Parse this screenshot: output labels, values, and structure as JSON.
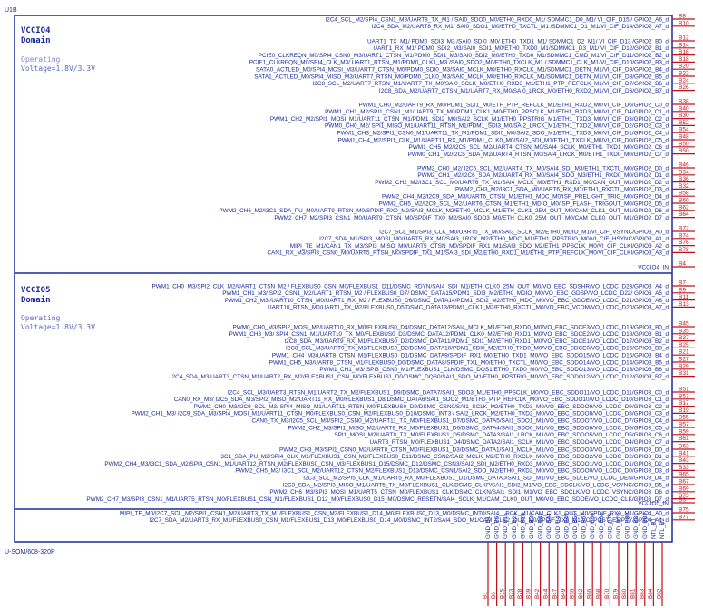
{
  "designator": "U1B",
  "part": "U-SOM/608-320P",
  "domains": [
    {
      "title": "VCCIO4",
      "sub": "Domain",
      "op1": "Operating",
      "op2": "Voltage=1.8V/3.3V",
      "footer": "VCCIO4_IN"
    },
    {
      "title": "VCCIO5",
      "sub": "Domain",
      "op1": "Operating",
      "op2": "Voltage=1.8V/3.3V",
      "footer": "VCCIO5_IN"
    }
  ],
  "groups": [
    {
      "block": 0,
      "start": 21,
      "pins": [
        [
          "B8",
          "I2C4_SCL_M2/SPI4_CSN1_M3/UART8_TX_M1 / SAI0_SDO0_M0/ETH0_RXD0_M1/ SDMMC1_D0_M1/ VI_CIF_D15 / GPIO2_A6_d"
        ],
        [
          "B10",
          "I2C4_SDA_M2/UART8_RX_M1/ SAI0_SDO1_M0/ETH0_TXCTL_M1 /SDMMC1_D1_M1/VI_CIF_D14/GPIO2_A7_d"
        ]
      ]
    },
    {
      "block": 0,
      "start": 45,
      "pins": [
        [
          "B12",
          "UART1_TX_M1/ PDM0_SDI3_M3 /SAI0_SDI0_M0/ ETH0_TXD1_M1/ SDMMC1_D2_M1/ VI_CIF_D13 /GPIO2_B0_d"
        ],
        [
          "B14",
          "UART1_RX_M1/ PDM0_SDI2_M3/SAI0_SDI1_M0/ETH0_TXD0_M1/SDMMC1_D3_M1/ VI_CIF_D12/GPIO2_B1_d"
        ],
        [
          "B16",
          "PCIE0_CLKREQN_M0/SPI4_CSN0_M3/UART1_CTSN_M1/PDM0_SDI1_M3/SAI0_SDI2_M0/ETH0_TXD0_M1/SDMMC1_CMD_M1/VI_CIF_D11/GPIO2_B2_d"
        ],
        [
          "B18",
          "PCIE1_CLKREQN_M0/SPI4_CLK_M3/ UART1_RTSN_M1/PDM0_CLK1_M3 /SAI0_SDO2_M0/ETH0_TXCLK_M1 / SDMMC1_CLK_M1/VI_CIF_D10/GPIO2_B3_d"
        ],
        [
          "B20",
          "SATA0_ACTLED_M0/SPI4_MOSI_M3/UART7_CTSN_M0/PDM0_SDI0_M3/SAI0_MCLK_M0/ETH0_RXCLK_M1/SDMMC1_DETN_M1/VI_CIF_D9/GPIO2_B4_d"
        ],
        [
          "B22",
          "SATA1_ACTLED_M0/SPI4_MISO_M3/UART7_RTSN_M0/PDM0_CLK0_M3/SAI0_MCLK_M0/ETH0_RXCLK_M1/SDMMC1_DETN_M1/VI_CIF_D8/GPIO2_B5_d"
        ],
        [
          "B24",
          "I2C8_SCL_M2/UART7_RTSN_M1/UART7_TX_M0/SAI0_SCLK_M0/ETH0_RXD3_M1/ETH1_PTP_REFCLK_M1/VI_CIF_D7/GPIO2_B6_d"
        ],
        [
          "B26",
          "I2C8_SDA_M2/UART7_CTSN_M1/UART7_RX_M0/SAI0_LRCK_M0/ETH0_RXD2_M1/VI_CIF_D6/GPIO2_B7_d"
        ]
      ]
    },
    {
      "block": 0,
      "start": 115,
      "pins": [
        [
          "B38",
          "PWM1_CH0_M2/UART9_RX_M0/PDM1_SDI1_M0/ETH_PTP_REFCLK_M1/ETH1_RXD2_M0/VI_CIF_D6/GPIO2_C0_d"
        ],
        [
          "B40",
          "PWM1_CH1_M2/SPI1_CSN1_M1/UART9_TX_M0/PDM1_CLK1_M0/ETH0_PPSCLK_M1/ETH1_RXD3_M0/VI_CIF_D4/GPIO2_C1_d"
        ],
        [
          "B30",
          "PWM1_CH2_M2/SPI1_MOSI_M1/UART11_CTSN_M1/PDM1_SDI2_M0/SAI2_SCLK_M1/ETH0_PPSTRIG_M1/ETH1_TXD3_M0/VI_CIF_D3/GPIO2_C2_d"
        ],
        [
          "B52",
          "PWM0_CH0_M2/ SPI1_MISO_M1/UART11_RTSN_M1/PDM1_SDI3_M0/SAI2_LRCK_M1/ETH1_TXD2_M0/VI_CIF_D2/GPIO2_C3_d"
        ],
        [
          "B54",
          "PWM1_CH3_M2/SPI1_CSN0_M1/UART11_TX_M1/PDM1_SDI0_M0/SAI2_SDO_M1/ETH1_TXD3_M0/VI_CIF_D1/GPIO2_C4_d"
        ],
        [
          "B48",
          "PWM1_CH4_M2/SPI1_CLK_M1/UART11_RX_M1/PDM1_CLK0_M0/SAI2_SDI_M1/ETH1_TXCLK_M0/VI_CIF_D0/GPIO2_C5_d"
        ],
        [
          "B50",
          "PWM1_CH5_M2/I2C5_SCL_M2/UART4_CTSN_M0/SAI4_SCLK_M0/ETH1_TXD1_M0/GPIO2_C6_d"
        ],
        [
          "B50",
          "PWM0_CH1_M2/I2C5_SDA_M2/UART4_RTSN_M0/SAI4_LRCK_M0/ETH1_TXD0_M0/GPIO2_C7_d"
        ]
      ]
    },
    {
      "block": 0,
      "start": 185,
      "pins": [
        [
          "B46",
          "PWM2_CH0_M2/ I2C6_SCL_M2/UART4_TX_M0/SAI4_SDI_M3/ETH1_TXCTL_M0/GPIO2_D0_d"
        ],
        [
          "B34",
          "PWM2_CH1_M2/I2C6_SDA_M2/UART4_RX_M0/SAI4_SDO_M3/ETH1_RXD0_M0/GPIO2_D1_d"
        ],
        [
          "B36",
          "PWM2_CH2_M2/I3C1_SCL_M0/UART6_TX_M1/SAI4_MCLK_M0/ETH1_RXD1_M0/CAN_OUT_M1/GPIO2_D2_d"
        ],
        [
          "B32",
          "PWM2_CH3_M2/I3C1_SDA_M0/UART6_RX_M1/ETH1_RXCTL_M0/GPIO2_D3_d"
        ],
        [
          "B58",
          "PWM2_CH4_M2/I2C9_SDA_M3/UART6_CTSN_M1/ETH1_MDC_M0/ISP_PRELIGHT_TRIG_M0/GPIO2_D4_d"
        ],
        [
          "B60",
          "PWM2_CH5_M2/I2C9_SCL_M2/UART6_CTSN_M1/ETH1_MDIO_M0/ISP_FLASH_TRIGOUT_M0/GPIO2_D5_d"
        ],
        [
          "B62",
          "PWM2_CH6_M2/I3C1_SDA_PU_M0/UART9_RTSN_M0/SPDIF_RX0_M2/SAI3_MCLK_M2/ETH0_MCLK_M1/ETH_CLK1_25M_OUT_M0/CAM_CLK1_OUT_M1/GPIO2_D6_d"
        ],
        [
          "B64",
          "PWM2_CH7_M2/SPI3_CSN1_M0/UART9_CTSN_M0/SPDIF_TX0_M2/SAI0_SDO3_M0/ETH_CLK0_25M_OUT_M0/CAM_CLK0_OUT_M1/GPIO2_D7_d"
        ]
      ]
    },
    {
      "block": 0,
      "start": 255,
      "pins": [
        [
          "B72",
          "I2C7_SCL_M1/SPI3_CLK_M0/UART5_TX_M0/SAI3_SCLK_M2/ETH0_MDIO_M1/VI_CIF_VSYNC/GPIO3_A0_d"
        ],
        [
          "B74",
          "I2C7_SDA_M1/SPI3_MOSI_M0/UART5_RX_M0/SAI3_LRCK_M2/ETH0_MDC_M1/ETH1_PPSTRIG_M0/VI_CIF_HSYNC/GPIO3_A1_d"
        ],
        [
          "B76",
          "MIPI_TE_M1/CAN1_TX_M3/SPI3_MISO_M0/UART5_CTSN_M0/SPDIF_RX1_M1/SAI3_SDO_M2/ETH1_PPSCLK_M0/VI_CIF_CLKI/GPIO3_A2_d"
        ],
        [
          "B78",
          "CAN1_RX_M3/SPI3_CSN0_M0/UART5_RTSN_M0/SPDIF_TX1_M1/SAI3_SDI_M2/ETH0_RXD1_M1/ETH1_PTP_REFCLK_M0/VI_CIF_CLKI/GPIO3_A3_d"
        ]
      ]
    },
    {
      "block": 1,
      "start": 315,
      "pins": [
        [
          "B7",
          "PWM1_CH0_M3/SPI2_CLK_M2/UART1_CTSN_M2 / FLEXBUS0_CSN_M0/FLEXBUS1_D11/DSMC_RDYN/SAI4_SDI_M1/ETH_CLK0_25M_OUT_M0/VO_EBC_SDSHR/VO_LCDC_D23/GPIO3_A4_d"
        ],
        [
          "B9",
          "PWM1_CH1_M3/ SPI2_CSN1_M2/UART1_RTSN_M2 / FLEXBUS0_D7/ DSMC_DATA15/PDM1_SDI3_M2/ETH0_MDIO_M0/VO_EBC_GDSP/VO_LCDC_D22/ GPIO3_A5_d"
        ],
        [
          "B11",
          "PWM1_CH2_M3 /UART10_CTSN_M0/UART1_RX_M2 / FLEXBUS0_D6/DSMC_DATA14/PDM1_SDI2_M2/ETH0_MDC_M0/VO_EBC_GDOE/VO_LCDC_D21/GPIO3_A6_d"
        ],
        [
          "B13",
          "UART10_RTSN_M0/UART1_TX_M2/FLEXBUS0_D5/DSMC_DATA13/PDM1_CLK1_M2/ETH0_RXCTL_M0/VO_EBC_VCOM/VO_LCDC_D20/GPIO3_A7_d"
        ]
      ]
    },
    {
      "block": 1,
      "start": 360,
      "pins": [
        [
          "B45",
          "PWM0_CH0_M3/SPI2_MOSI_M2/UART10_RX_M0/FLEXBUS0_D4/DSMC_DATA12/SAI4_MCLK_M1/ETH0_RXD0_M0/VO_EBC_SDCE3/VO_LCDC_D19/GPIO3_B0_d"
        ],
        [
          "B35",
          "PWM1_CH3_M3/ SPI4_CSN1_M1/UART10_TX_M0/FLEXBUS0_D3/DSMC_DATA12/PDM1_CLK0_M2/ETH0_RXD1_M0/VO_EBC_SDCE2/VO_LCDC_D18/GPIO3_B1_d"
        ],
        [
          "B37",
          "I2C8_SDA_M3/UART9_RX_M1/FLEXBUS0_D2/DSMC_DATA11/PDM1_SDI1_M2/ETH0_RXD1_M0/VO_EBC_SDCE1/VO_LCDC_D17/GPIO3_B2_d"
        ],
        [
          "B25",
          "I2C8_SCL_M3/UART9_TX_M1/FLEXBUS0_D2/DSMC_DATA10/PDM1_SDI0_M2/ETH0_TXD0_M0/VO_EBC_SDCE0/VO_LCDC_D16/GPIO3_B3_d"
        ],
        [
          "B21",
          "PWM1_CH4_M3/UART8_CTSN_M1/FLEXBUS0_D1/DSMC_DATA9/SPDIF_RX1_M0/ETH0_TXD1_M0/VO_EBC_SDDO15/VO_LCDC_D15/GPIO3_B4_d"
        ],
        [
          "B27",
          "PWM1_CH5_M3/UART8_CTSN_M1/FLEXBUS0_D0/DSMC_DATA8/SPDIF_TX1_M0/ETH0_TXCTL_M0/VO_EBC_SDDO14/VO_LCDC_D14/GPIO3_B5_d"
        ],
        [
          "B29",
          "PWM1_CH1_M3/ SPI3_CSN0_M1/FLEXBUS1_CLK/DSMC_DQS1/ETH0_TXD0_M0/VO_EBC_SDDO13/VO_LCDC_D13/GPIO3_B6_d"
        ],
        [
          "B31",
          "I2C4_SDA_M3/UART3_CTSN_M1/UART2_RX_M2/FLEXBUS1_CSN_M0/FLEXBUS1_D0/DSMC_DQS0/SAI1_SDO_M1/ETH0_PPSTRIG_M0/VO_EBC_SDDO12/VO_LCDC_D12/GPIO3_B7_d"
        ]
      ]
    },
    {
      "block": 1,
      "start": 432,
      "pins": [
        [
          "B51",
          "I2C4_SCL_M3/UART3_RTSN_M1/UART2_TX_M2/FLEXBUS1_D9/DSMC_DATA7/SAI1_SDO3_M1/ETH0_PPSCLK_M0/VO_EBC_SDDO11/VO_LCDC_D11/GPIO3_C0_d"
        ],
        [
          "B53",
          "CAN0_RX_M3/ I2C5_SDA_M3/SPI2_MISO_M2/UART11_RX_M0/FLEXBUS1_D8/DSMC_DATA6/SAI1_SDO2_M1/ETH0_PTP_REFCLK_M0/VO_EBC_SDDO10/VO_LCDC_D10/GPIO3_C1_d"
        ],
        [
          "B17",
          "PWM2_CH0_M3/I2C9_SCL_M3/ SPI4_MISO_M1/UART11_RTSN_M0/FLEXBUS0_D9/DSMC_CSN0/SAI1_SCLK_M2/ETH0_TXD3_M0/VO_EBC_SDDO9/VO_LCDC_D9/GPIO3_C2_d"
        ],
        [
          "B19",
          "PWM2_CH1_M3/ I2C9_SDA_M3/SPI4_MOSI_M1/UART11_CTSN_M0/FLEXBUS0_CSN_M2/FLEXBUS0_D10/DSMC_INT3 / SAI2_LRCK_M2/ETH0_TXD2_M0/VO_EBC_SDDO8/VO_LCDC_D8/GPIO3_C3_d"
        ],
        [
          "B55",
          "CAN0_TX_M3/I2C5_SCL_M3/SPI2_CSN0_M2/UART11_TX_M0/FLEXBUS1_D7/DSMC_DATA5/SAI1_SDO1_M1/VO_EBC_SDDO7/VO_LCDC_D7/GPIO3_C4_d"
        ],
        [
          "B57",
          "PWM2_CH2_M3/SPI1_MISO_M2/UART8_RX_M0/FLEXBUS1_D6/DSMC_DATA4/SAI1_SDO0_M1/VO_EBC_SDDO6/VO_LCDC_D6/GPIO3_C5_d"
        ],
        [
          "B59",
          "SPI1_MOSI_M2/UART8_TX_M0/FLEXBUS1_D5/DSMC_DATA3/SAI1_LRCK_M1/VO_EBC_SDDO5/VO_LCDC_D5/GPIO3_C6_d"
        ],
        [
          "B61",
          "UART8_RTSN_M0/FLEXBUS1_D4/DSMC_DATA2/SAI1_SCLK_M1/VO_EBC_SDDO4/VO_LCDC_D4/GPIO3_C7_d"
        ]
      ]
    },
    {
      "block": 1,
      "start": 495,
      "pins": [
        [
          "B63",
          "PWM2_CH3_M3/SPI1_CSN0_M2/UART8_CTSN_M0/FLEXBUS1_D3/DSMC_DATA1/SAI1_MCLK_M1/VO_EBC_SDDO3/VO_LCDC_D3/GPIO3_D0_d"
        ],
        [
          "B41",
          "I3C1_SDA_PU_M2/SPI4_CLK_M1/FLEXBUS1_CSN_M2/FLEXBUS0_D11/DSMC_CSN2/SAI2_MCLK_M2/ETH0_RXCLK_M0/VO_EBC_SDDO2/VO_LCDC_D2/GPIO3_D1_d"
        ],
        [
          "B43",
          "PWM2_CH4_M3/I3C1_SDA_M2/SPI4_CSN1_M1/UART12_RTSN_M2/FLEXBUS0_CSN_M3/FLEXBUS1_D15/DSMC_D12/DSMC_CSN3/SAI2_SDI_M2/ETH0_RXD3_M0/VO_EBC_SDDO1/VO_LCDC_D1/GPIO3_D2_d"
        ],
        [
          "B33",
          "PWM2_CH5_M3/ I3C1_SCL_M2/UART12_CTSN_M2/FLEXBUS1_D13/DSMC_CSN1/SAI2_SDO_M2/ETH0_RXD2_M0/VO_EBC_SDDO0/VO_LCDC_D0/GPIO3_D3_d"
        ],
        [
          "B65",
          "I2C3_SCL_M2/SPI5_CLK_M1/UART5_RX_M0/FLEXBUS1_D1/DSMC_DATA0/SAI1_SDI_M1/VO_EBC_SDLE/VO_LCDC_DEN/GPIO3_D4_d"
        ],
        [
          "B67",
          "I2C3_SDA_M2/SPI3_MISO_M1/UART5_TX_M0/FLEXBUS1_CLK/DSMC_CLKP/SAI1_SDI2_M1/VO_EBC_GDCLK/VO_LCDC_VSYNC/GPIO3_D5_d"
        ],
        [
          "B69",
          "PWM2_CH6_M3/SPI3_MOSI_M1/UART5_CTSN_M0/FLEXBUS1_CLK/DSMC_CLKN/SAI1_SDI1_M1/VO_EBC_SDCLK/VO_LCDC_VSYNC/GPIO3_D6_d"
        ],
        [
          "B73",
          "PWM2_CH7_M3/SPI3_CSN1_M1/UART5_RTSN_M0/FLEXBUS1_CSN_M1/FLEXBUS1_D12_M0/FLEXBUS0_D15_M0/DSMC_RESETN/SAI4_SCLK_M1/CAM_CLK0_OUT_M0/VO_EBC_SDOE/VO_LCDC_CLK/GPIO3_D7_d"
        ]
      ]
    },
    {
      "block": 1,
      "start": 565,
      "pins": [
        [
          "B75",
          "MIPI_TE_M0/I2C7_SCL_M2/SPI1_CSN1_M2/UART3_TX_M1/FLEXBUS1_CSN_M3/FLEXBUS1_D14_M0/FLEXBUS0_D13_M0/DSMC_INT0/SAI4_LRCK_M1/CAM_CLK1_OUT_M0/SPDIF_RX0_M1/GPIO4_A0_d"
        ],
        [
          "B77",
          "I2C7_SDA_M2/UART3_RX_M1/FLEXBUS0_CSN_M1/FLEXBUS1_D13_M0/FLEXBUS0_D14_M0/DSMC_INT2/SAI4_SDO_M1/CAM_CLK2_OUT_M0/SPDIF_TX0_M1/VO_POST_EMPTY/GPIO4_A1_d"
        ]
      ]
    }
  ],
  "footers": [
    {
      "pin": "B4",
      "label": "VCCIO4_IN"
    },
    {
      "pin": "B3",
      "label": "VCCIO5_IN"
    }
  ],
  "gnd_pins": [
    [
      "GND_B1",
      "B1"
    ],
    [
      "GND_B6",
      "B6"
    ],
    [
      "GND_B15",
      "B15"
    ],
    [
      "GND_B23",
      "B23"
    ],
    [
      "GND_B28",
      "B28"
    ],
    [
      "GND_B39",
      "B39"
    ],
    [
      "GND_B42",
      "B42"
    ],
    [
      "GND_B44",
      "B44"
    ],
    [
      "GND_B47",
      "B47"
    ],
    [
      "GND_B49",
      "B49"
    ],
    [
      "GND_B56",
      "B56"
    ],
    [
      "GND_B62",
      "B62"
    ],
    [
      "GND_B66",
      "B66"
    ],
    [
      "GND_B68",
      "B68"
    ],
    [
      "GND_B70",
      "B70"
    ],
    [
      "GND_B79",
      "B79"
    ],
    [
      "GND_B80",
      "B80"
    ],
    [
      "GND_B81",
      "B81"
    ],
    [
      "GND_B83",
      "B83"
    ],
    [
      "NTL_B1",
      "B84"
    ],
    [
      "NTL_B2",
      "B82"
    ]
  ]
}
